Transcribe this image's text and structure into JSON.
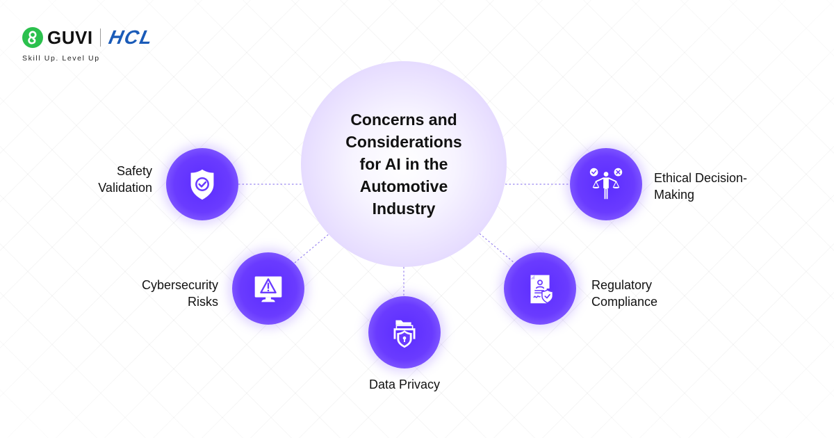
{
  "brand": {
    "logo_primary": "GUVI",
    "logo_partner": "HCL",
    "tagline": "Skill Up. Level Up",
    "colors": {
      "guvi_green": "#2bc04d",
      "hcl_blue": "#1a5bb8"
    }
  },
  "diagram": {
    "title": "Concerns and Considerations for AI in the Automotive Industry",
    "title_lines": [
      "Concerns and",
      "Considerations",
      "for AI in the",
      "Automotive",
      "Industry"
    ],
    "accent_color": "#6a3bff",
    "hub_color": "#e6dcff",
    "nodes": [
      {
        "id": "safety",
        "label_lines": [
          "Safety",
          "Validation"
        ],
        "icon": "shield-check-icon"
      },
      {
        "id": "ethical",
        "label_lines": [
          "Ethical Decision-",
          "Making"
        ],
        "icon": "person-scales-icon"
      },
      {
        "id": "cyber",
        "label_lines": [
          "Cybersecurity",
          "Risks"
        ],
        "icon": "monitor-warning-icon"
      },
      {
        "id": "privacy",
        "label_lines": [
          "Data Privacy"
        ],
        "icon": "folder-lock-shield-icon"
      },
      {
        "id": "regulatory",
        "label_lines": [
          "Regulatory",
          "Compliance"
        ],
        "icon": "document-shield-icon"
      }
    ]
  }
}
